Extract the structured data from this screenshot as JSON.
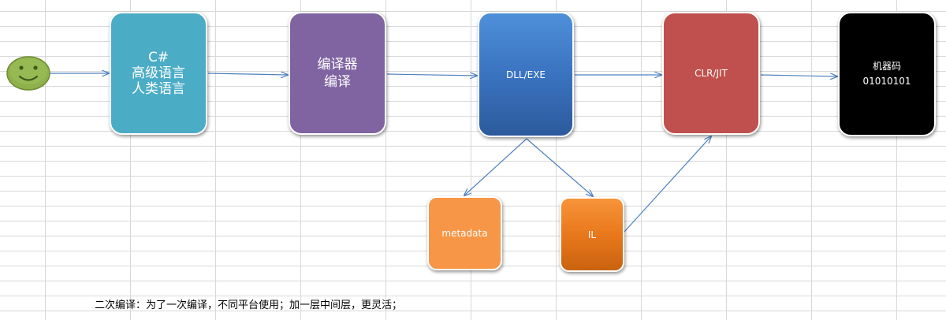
{
  "nodes": {
    "csharp": {
      "lines": [
        "C#",
        "高级语言",
        "人类语言"
      ]
    },
    "compiler": {
      "lines": [
        "编译器",
        "编译"
      ]
    },
    "dll": {
      "label": "DLL/EXE"
    },
    "clr": {
      "label": "CLR/JIT"
    },
    "machine": {
      "lines": [
        "机器码",
        "01010101"
      ]
    },
    "metadata": {
      "label": "metadata"
    },
    "il": {
      "label": "IL"
    }
  },
  "caption": "二次编译：为了一次编译，不同平台使用；加一层中间层，更灵活；",
  "colors": {
    "csharp": "#4bacc6",
    "compiler": "#8064a2",
    "dll": "#3a73c0",
    "clr": "#c0504d",
    "machine": "#000000",
    "metadata": "#f79646",
    "il": "#e9781c",
    "smiley": "#8fb04a",
    "arrow": "#4f81bd"
  },
  "icons": {
    "start": "smiley-face-icon"
  }
}
